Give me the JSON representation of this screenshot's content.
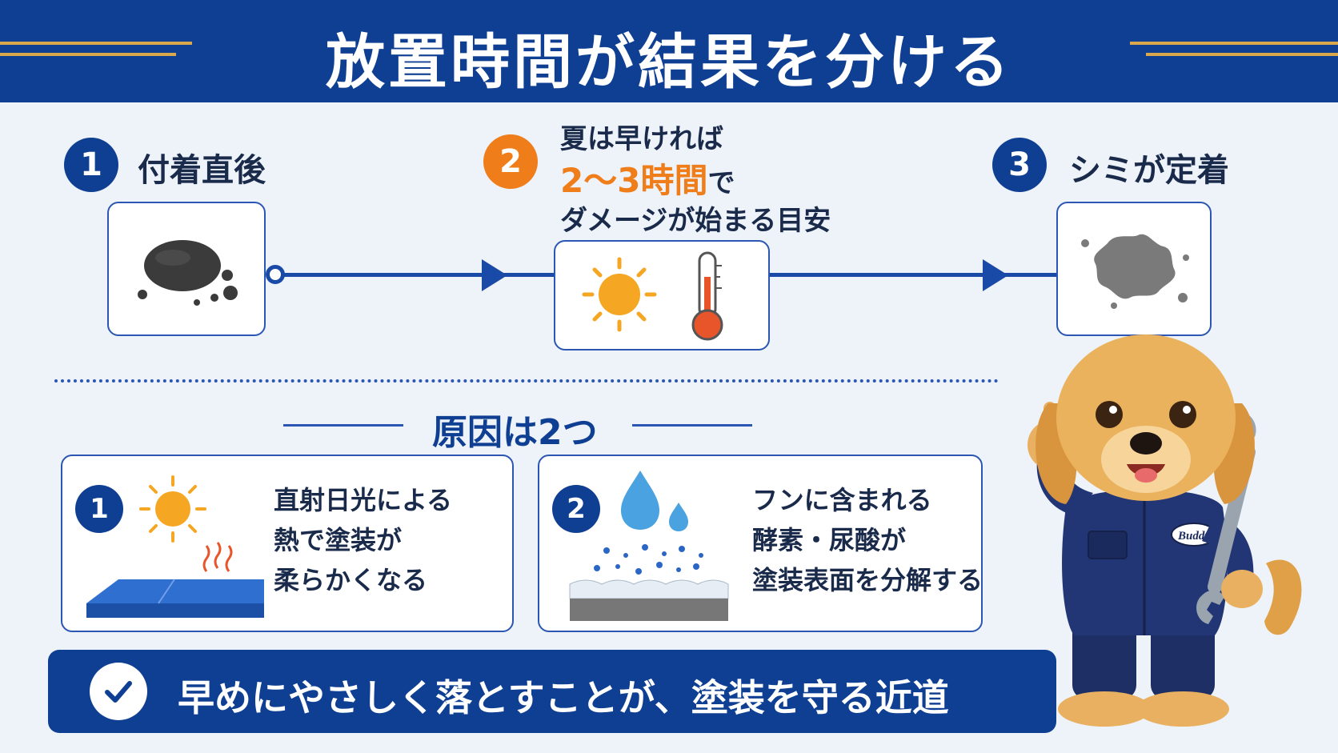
{
  "header": {
    "title": "放置時間が結果を分ける"
  },
  "steps": [
    {
      "number": "1",
      "label": "付着直後"
    },
    {
      "number": "2",
      "line1": "夏は早ければ",
      "emphasis": "2〜3時間",
      "emphasis_suffix": "で",
      "line3": "ダメージが始まる目安"
    },
    {
      "number": "3",
      "label": "シミが定着"
    }
  ],
  "causes": {
    "title": "原因は2つ",
    "items": [
      {
        "number": "1",
        "lines": [
          "直射日光による",
          "熱で塗装が",
          "柔らかくなる"
        ]
      },
      {
        "number": "2",
        "lines": [
          "フンに含まれる",
          "酵素・尿酸が",
          "塗装表面を分解する"
        ]
      }
    ]
  },
  "banner": {
    "text": "早めにやさしく落とすことが、塗装を守る近道"
  },
  "mascot": {
    "badge_text": "Buddy"
  },
  "colors": {
    "primary": "#0f3f93",
    "accent_orange": "#ef7d1a",
    "gold": "#d9a84c",
    "background": "#eef3fa"
  }
}
